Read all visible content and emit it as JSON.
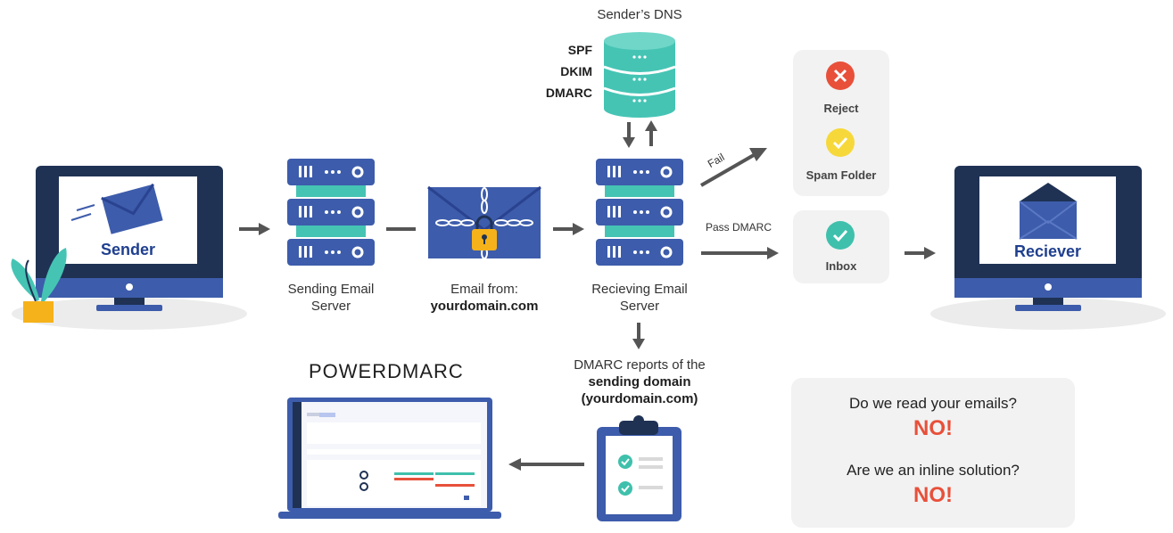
{
  "dns": {
    "title": "Sender’s DNS",
    "protocols": [
      "SPF",
      "DKIM",
      "DMARC"
    ]
  },
  "sender": {
    "label": "Sender"
  },
  "receiver": {
    "label": "Reciever"
  },
  "sending_server": {
    "label_line1": "Sending Email",
    "label_line2": "Server"
  },
  "email": {
    "label": "Email from:",
    "domain": "yourdomain.com"
  },
  "receiving_server": {
    "label_line1": "Recieving Email",
    "label_line2": "Server"
  },
  "flow": {
    "fail_label": "Fail",
    "pass_label": "Pass DMARC"
  },
  "outcomes": {
    "reject": "Reject",
    "spam": "Spam Folder",
    "inbox": "Inbox"
  },
  "reports": {
    "line1": "DMARC reports of the",
    "line2": "sending domain",
    "line3": "(yourdomain.com)"
  },
  "brand": {
    "logo_text": "POWERDMARC"
  },
  "faq": {
    "q1": "Do we read your emails?",
    "a1": "NO!",
    "q2": "Are we an inline solution?",
    "a2": "NO!"
  },
  "colors": {
    "server_blue": "#3d5cab",
    "teal": "#45c4b4",
    "arrow_gray": "#555555",
    "reject_red": "#e8503a",
    "spam_yellow": "#f6d83a",
    "inbox_teal": "#3fc0ac"
  }
}
